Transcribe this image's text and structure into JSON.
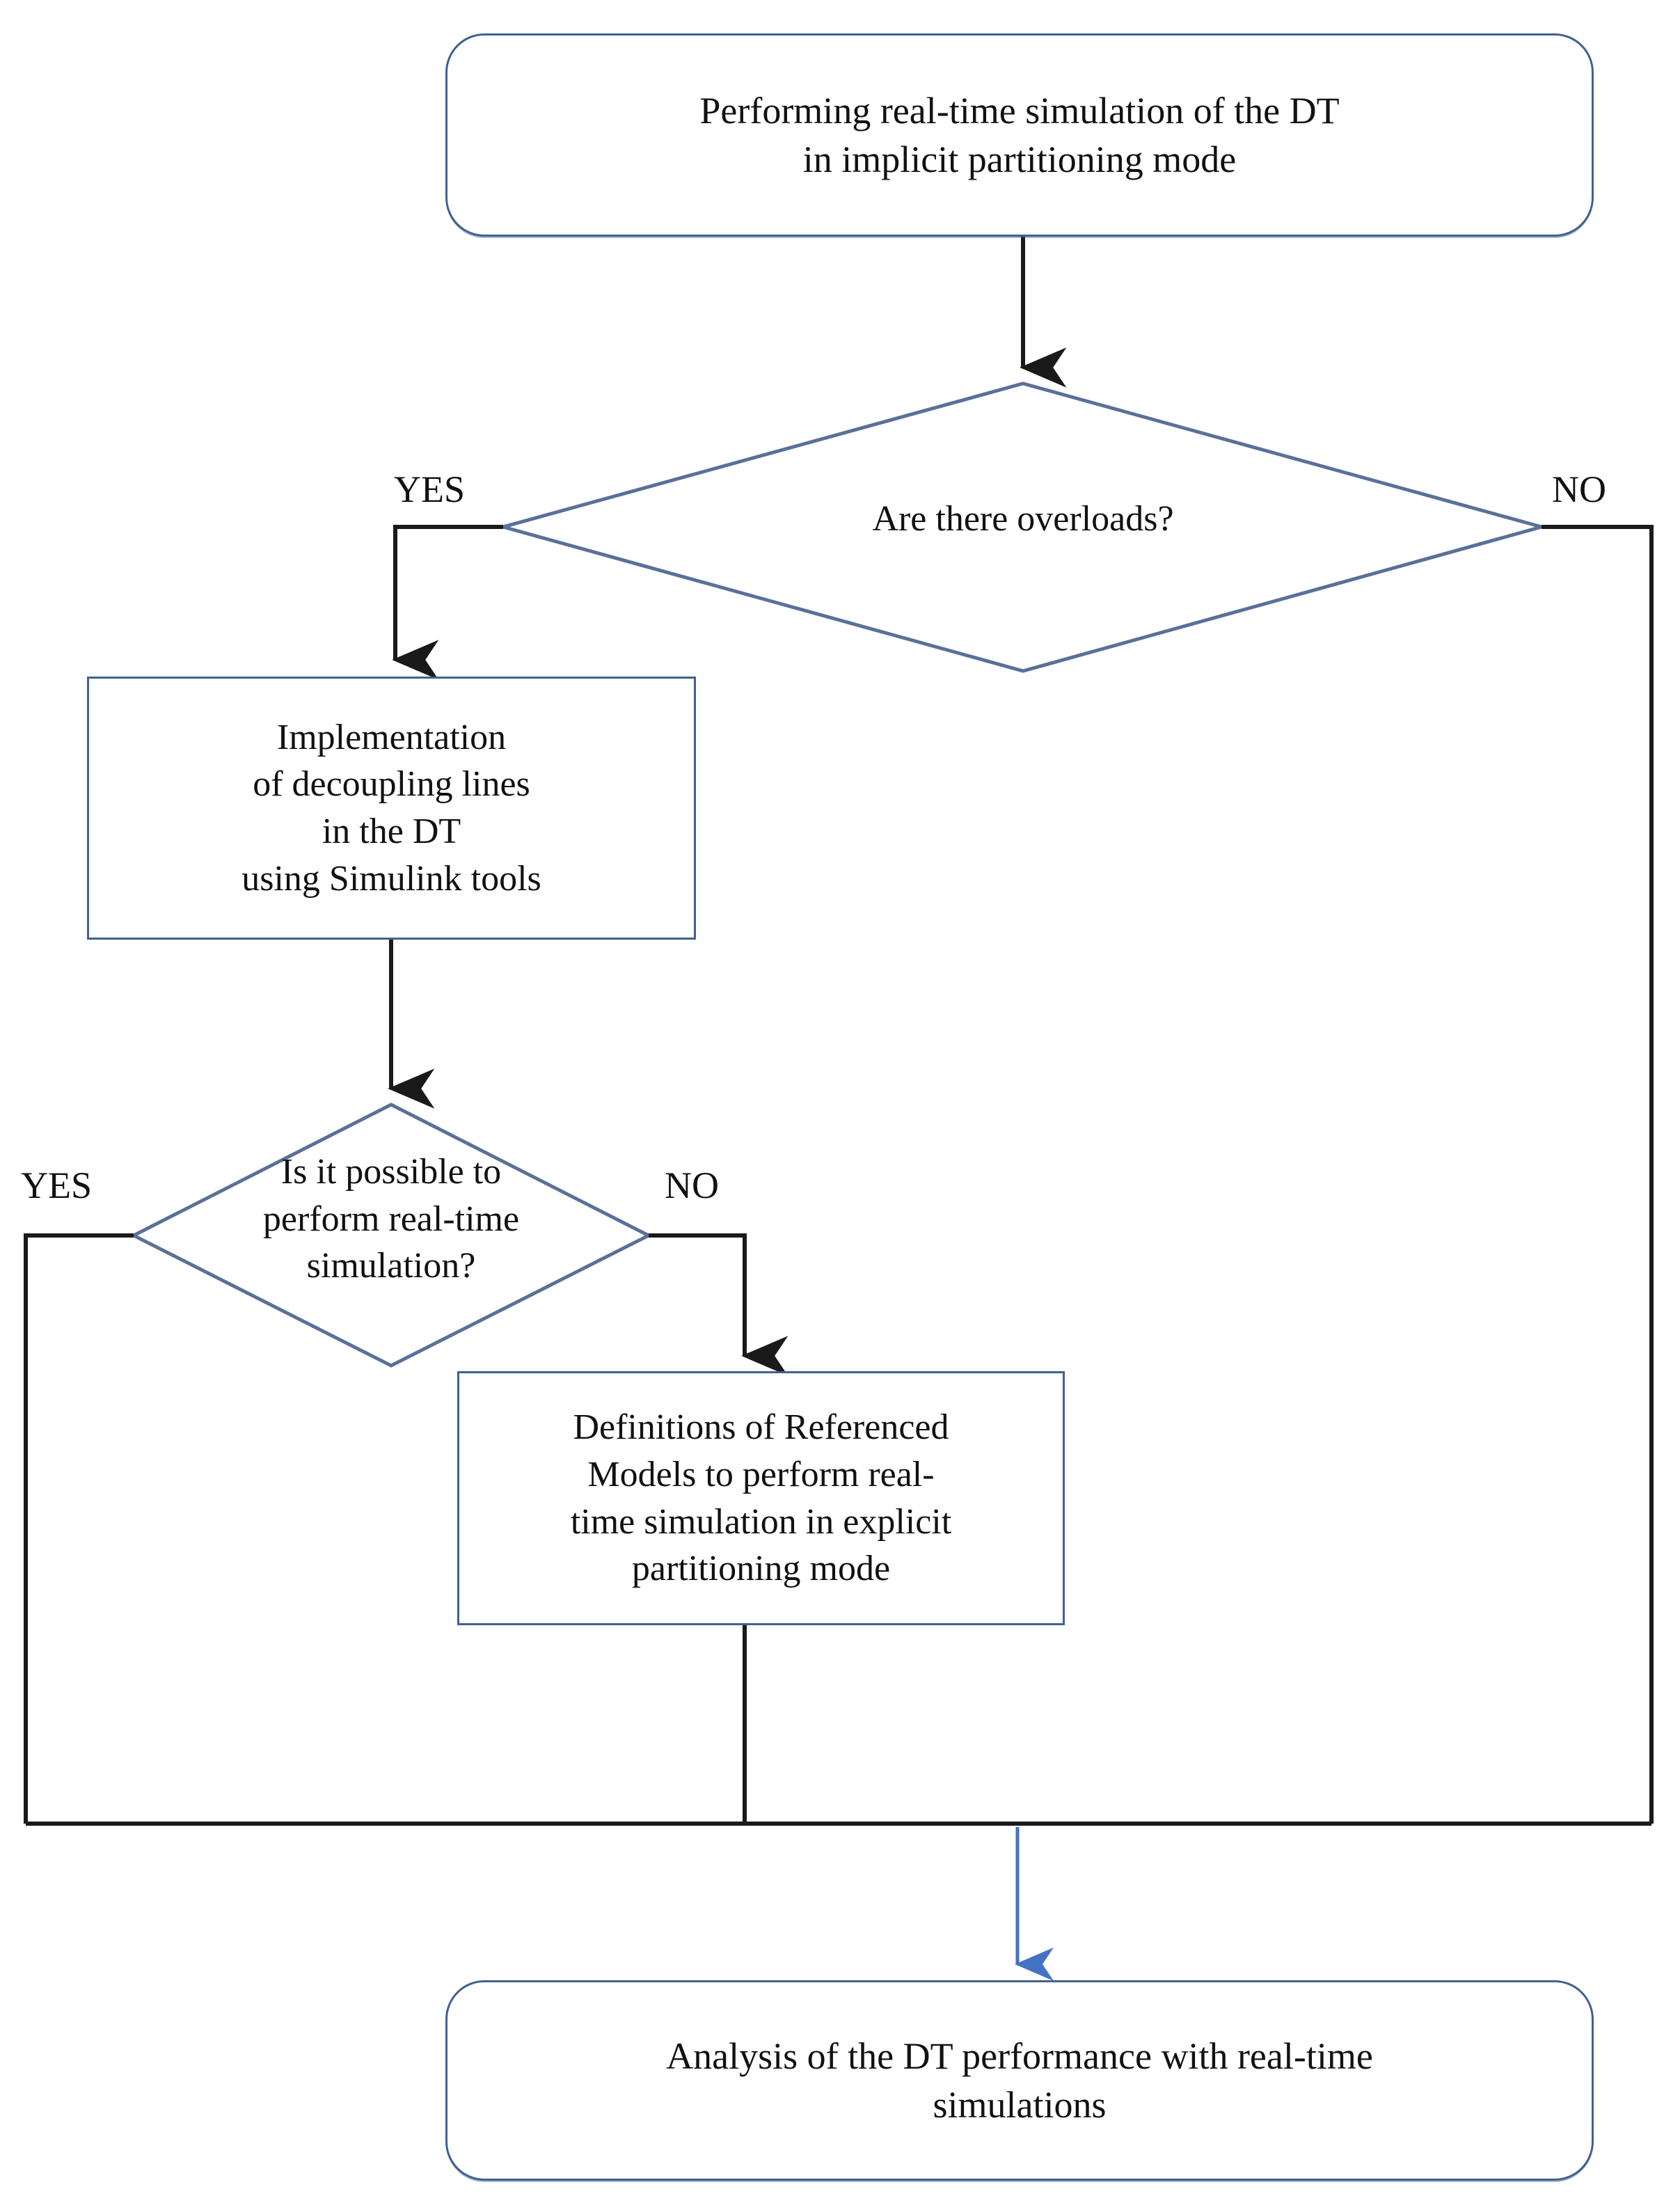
{
  "diagram": {
    "title": "Real-time simulation workflow of the DT",
    "type": "flowchart",
    "colors": {
      "node_border": "#41618f",
      "node_fill": "#ffffff",
      "connector_black": "#1a1a1a",
      "connector_blue": "#4472c4",
      "text": "#111111"
    },
    "nodes": {
      "start": {
        "shape": "terminator",
        "line1": "Performing  real-time simulation of the DT",
        "line2": "in implicit partitioning mode"
      },
      "decision_overloads": {
        "shape": "diamond",
        "text": "Are there overloads?",
        "branch_yes": "YES",
        "branch_no": "NO"
      },
      "implementation": {
        "shape": "process",
        "line1": "Implementation",
        "line2": "of decoupling lines",
        "line3": "in the DT",
        "line4": "using Simulink tools"
      },
      "decision_realtime": {
        "shape": "diamond",
        "line1": "Is it possible to",
        "line2": "perform real-time",
        "line3": "simulation?",
        "branch_yes": "YES",
        "branch_no": "NO"
      },
      "referenced_models": {
        "shape": "process",
        "line1": "Definitions of Referenced",
        "line2": "Models to perform real-",
        "line3": "time simulation in explicit",
        "line4": "partitioning mode"
      },
      "end": {
        "shape": "terminator",
        "line1": "Analysis of the DT performance with real-time",
        "line2": "simulations"
      }
    }
  }
}
